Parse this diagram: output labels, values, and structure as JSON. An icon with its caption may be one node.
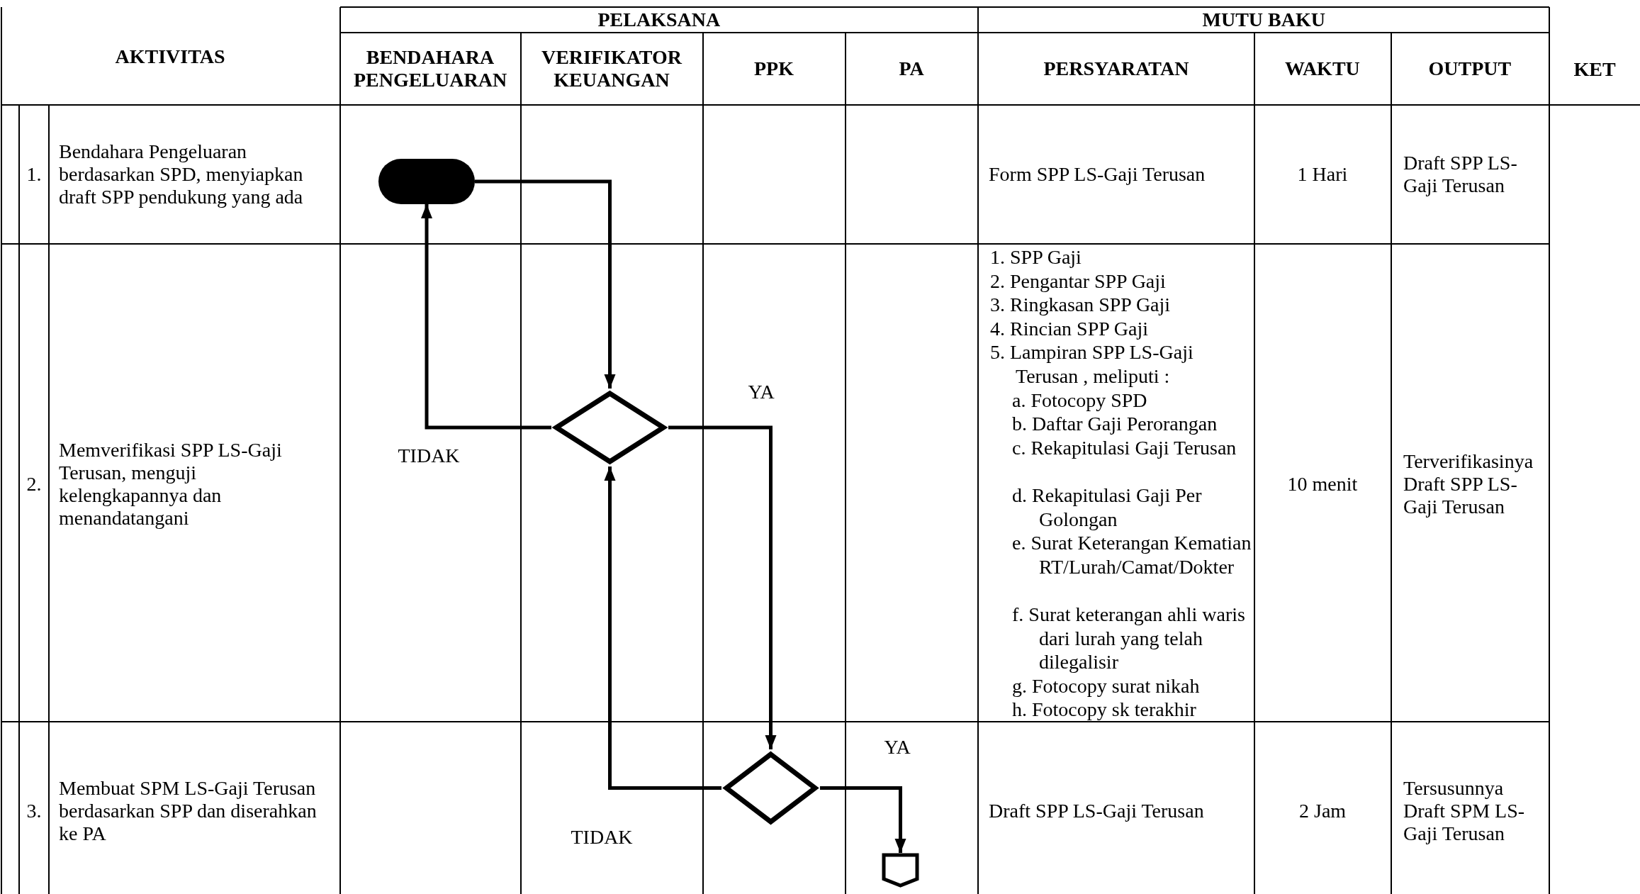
{
  "diagram": {
    "nodes": [
      {
        "text": [],
        "shape": "oval"
      },
      {
        "text": [],
        "shape": "diamond"
      },
      {
        "text": [],
        "shape": "diamond"
      },
      {
        "text": [],
        "shape": "pentagon"
      }
    ],
    "edges": [
      {
        "from": 0,
        "to": 1,
        "arrow": "to"
      },
      {
        "from": 1,
        "to": 0,
        "arrow": "to",
        "label": "TIDAK"
      },
      {
        "from": 1,
        "to": 2,
        "arrow": "to",
        "label": "YA"
      },
      {
        "from": 2,
        "to": 1,
        "arrow": "to",
        "label": "TIDAK"
      },
      {
        "from": 2,
        "to": 3,
        "arrow": "to",
        "label": "YA"
      }
    ],
    "labels": [
      "AKTIVITAS",
      "PELAKSANA",
      "MUTU BAKU",
      "KET",
      "BENDAHARA PENGELUARAN",
      "VERIFIKATOR KEUANGAN",
      "PPK",
      "PA",
      "PERSYARATAN",
      "WAKTU",
      "OUTPUT",
      "1.",
      "Bendahara Pengeluaran berdasarkan SPD, menyiapkan draft SPP pendukung yang ada",
      "Form SPP LS-Gaji Terusan",
      "1 Hari",
      "Draft SPP LS-Gaji Terusan",
      "2.",
      "Memverifikasi SPP LS-Gaji Terusan, menguji kelengkapannya dan menandatangani",
      "1. SPP Gaji",
      "2. Pengantar SPP Gaji",
      "3. Ringkasan SPP Gaji",
      "4. Rincian SPP Gaji",
      "5. Lampiran SPP LS-Gaji Terusan , meliputi :",
      "a. Fotocopy SPD",
      "b. Daftar Gaji Perorangan",
      "c. Rekapitulasi Gaji Terusan",
      "d. Rekapitulasi Gaji Per Golongan",
      "e. Surat Keterangan Kematian RT/Lurah/Camat/Dokter",
      "f. Surat keterangan ahli waris dari lurah yang telah dilegalisir",
      "g. Fotocopy surat nikah",
      "h. Fotocopy sk terakhir",
      "10 menit",
      "Terverifikasinya Draft SPP LS-Gaji Terusan",
      "3.",
      "Membuat SPM LS-Gaji Terusan berdasarkan SPP dan diserahkan ke PA",
      "Draft SPP LS-Gaji Terusan",
      "2 Jam",
      "Tersusunnya Draft SPM LS-Gaji Terusan"
    ]
  }
}
